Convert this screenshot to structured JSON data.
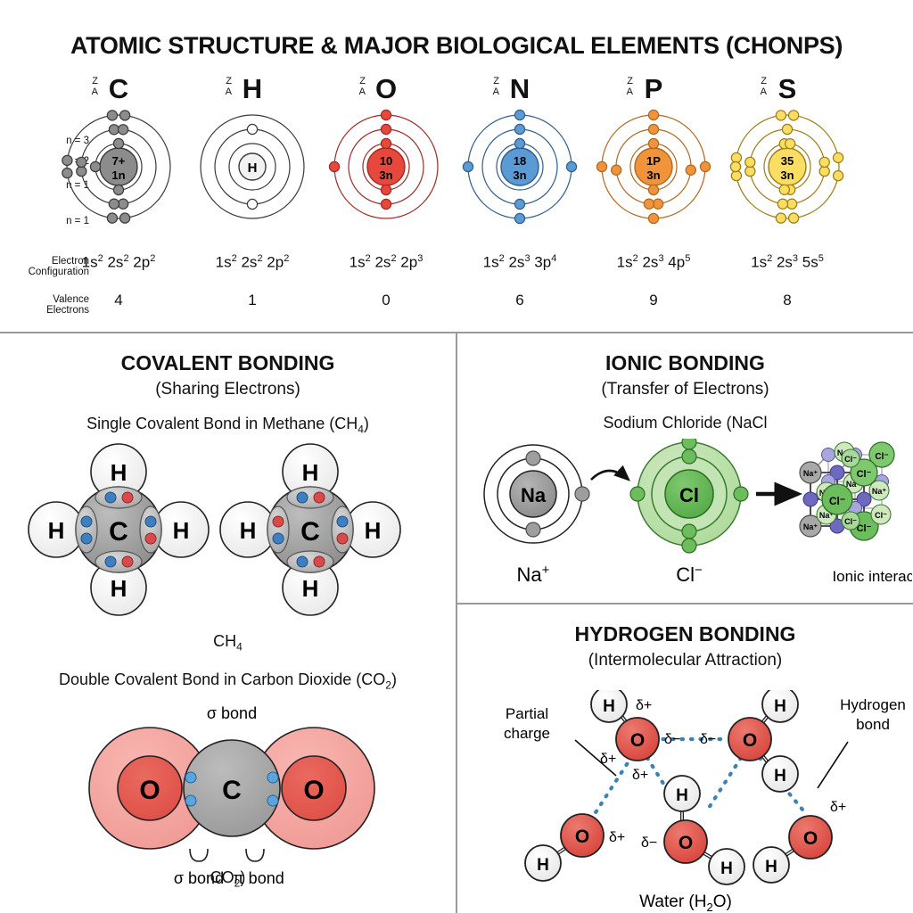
{
  "title": "ATOMIC STRUCTURE & MAJOR BIOLOGICAL ELEMENTS (CHONPS)",
  "atoms_panel": {
    "row_labels": {
      "n3": "n = 3",
      "n2": "n = 2",
      "n1a": "n = 1",
      "n1b": "n = 1",
      "electron_configuration": "Electron\nConfiguration",
      "electron_configuration_line1": "Electron",
      "electron_configuration_line2": "Configuration",
      "valence_line1": "Valence",
      "valence_line2": "Electrons"
    },
    "za_label": "Z\nA",
    "z_label": "Z",
    "a_label": "A",
    "elements": [
      {
        "symbol": "C",
        "nucleus_line1": "7+",
        "nucleus_line2": "1n",
        "config": "1s2 2s2 2p2",
        "valence": "4",
        "color": "#8c8c8c",
        "ring_color": "#3a3a3a"
      },
      {
        "symbol": "H",
        "nucleus_line1": "H",
        "nucleus_line2": "",
        "config": "1s2 2s2 2p2",
        "valence": "1",
        "color": "#f2f2f2",
        "ring_color": "#3a3a3a"
      },
      {
        "symbol": "O",
        "nucleus_line1": "10",
        "nucleus_line2": "3n",
        "config": "1s2 2s2 2p3",
        "valence": "0",
        "color": "#e8483c",
        "ring_color": "#9e2a25"
      },
      {
        "symbol": "N",
        "nucleus_line1": "18",
        "nucleus_line2": "3n",
        "config": "1s2 2s3 3p4",
        "valence": "6",
        "color": "#5b9bd5",
        "ring_color": "#2f5d8c"
      },
      {
        "symbol": "P",
        "nucleus_line1": "1P",
        "nucleus_line2": "3n",
        "config": "1s2 2s3 4p5",
        "valence": "9",
        "color": "#f0933b",
        "ring_color": "#b06820"
      },
      {
        "symbol": "S",
        "nucleus_line1": "35",
        "nucleus_line2": "3n",
        "config": "1s2 2s3 5s5",
        "valence": "8",
        "color": "#fbdd63",
        "ring_color": "#9a7d14"
      }
    ]
  },
  "covalent": {
    "title": "COVALENT BONDING",
    "subtitle": "(Sharing Electrons)",
    "methane_caption": "Single Covalent Bond in Methane (CH4)",
    "methane_caption_pre": "Single Covalent Bond in Methane (CH",
    "methane_caption_sub": "4",
    "methane_caption_post": ")",
    "methane_label_pre": "CH",
    "methane_label_sub": "4",
    "carbon_symbol": "C",
    "hydrogen_symbol": "H",
    "co2_caption_pre": "Double Covalent Bond in Carbon Dioxide (CO",
    "co2_caption_sub": "2",
    "co2_caption_post": ")",
    "co2_label_pre": "CO",
    "co2_label_sub": "2",
    "co2_label_post": ")",
    "oxygen_symbol": "O",
    "sigma_bond_top": "σ bond",
    "sigma_bond_bottom": "σ bond",
    "pi_bond": "π bond"
  },
  "ionic": {
    "title": "IONIC BONDING",
    "subtitle": "(Transfer of Electrons)",
    "caption": "Sodium Chloride (NaCl",
    "sodium_symbol": "Na",
    "chlorine_symbol": "Cl",
    "sodium_ion_pre": "Na",
    "sodium_ion_sup": "+",
    "chloride_ion_pre": "Cl",
    "chloride_ion_sup": "−",
    "lattice_caption": "Ionic interaction",
    "lattice_na": "Na⁺",
    "lattice_cl": "Cl⁻"
  },
  "hydrogen": {
    "title": "HYDROGEN BONDING",
    "subtitle": "(Intermolecular Attraction)",
    "oxygen_symbol": "O",
    "hydrogen_symbol": "H",
    "delta_plus": "δ+",
    "delta_minus": "δ−",
    "partial_charge_line1": "Partial",
    "partial_charge_line2": "charge",
    "hydrogen_bond_line1": "Hydrogen",
    "hydrogen_bond_line2": "bond",
    "water_caption_pre": "Water (H",
    "water_caption_sub": "2",
    "water_caption_post": "O)"
  },
  "colors": {
    "oxygen_red": "#e0534a",
    "carbon_gray": "#999999",
    "hydrogen_white": "#f2f2f2",
    "chlorine_green": "#6aba5c",
    "chlorine_light": "#b9e0a8",
    "sodium_gray": "#9a9a9a",
    "hbond_blue": "#3b82b5",
    "electron_blue": "#3d7fc1",
    "electron_red": "#d94a4a",
    "lattice_purple": "#8f8ccc",
    "divider": "#9a9a9a"
  }
}
